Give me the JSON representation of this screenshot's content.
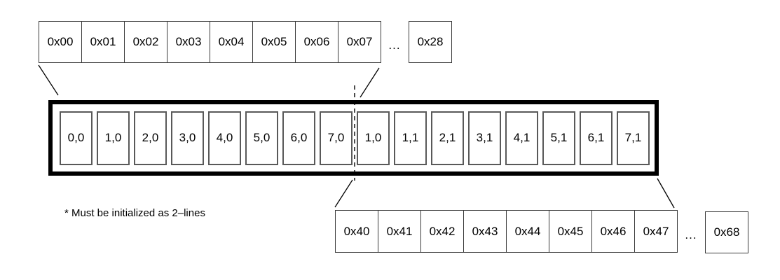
{
  "diagram": {
    "top_row": {
      "cells": [
        "0x00",
        "0x01",
        "0x02",
        "0x03",
        "0x04",
        "0x05",
        "0x06",
        "0x07"
      ],
      "ellipsis": "...",
      "last_cell": "0x28"
    },
    "ddram": {
      "cells": [
        "0,0",
        "1,0",
        "2,0",
        "3,0",
        "4,0",
        "5,0",
        "6,0",
        "7,0",
        "1,0",
        "1,1",
        "2,1",
        "3,1",
        "4,1",
        "5,1",
        "6,1",
        "7,1"
      ]
    },
    "bottom_row": {
      "cells": [
        "0x40",
        "0x41",
        "0x42",
        "0x43",
        "0x44",
        "0x45",
        "0x46",
        "0x47"
      ],
      "ellipsis": "...",
      "last_cell": "0x68"
    },
    "footnote": "* Must be initialized as 2–lines"
  },
  "colors": {
    "line": "#000000",
    "thin_border": "#3a3a3a",
    "cell_border": "#595959",
    "background": "#ffffff"
  }
}
